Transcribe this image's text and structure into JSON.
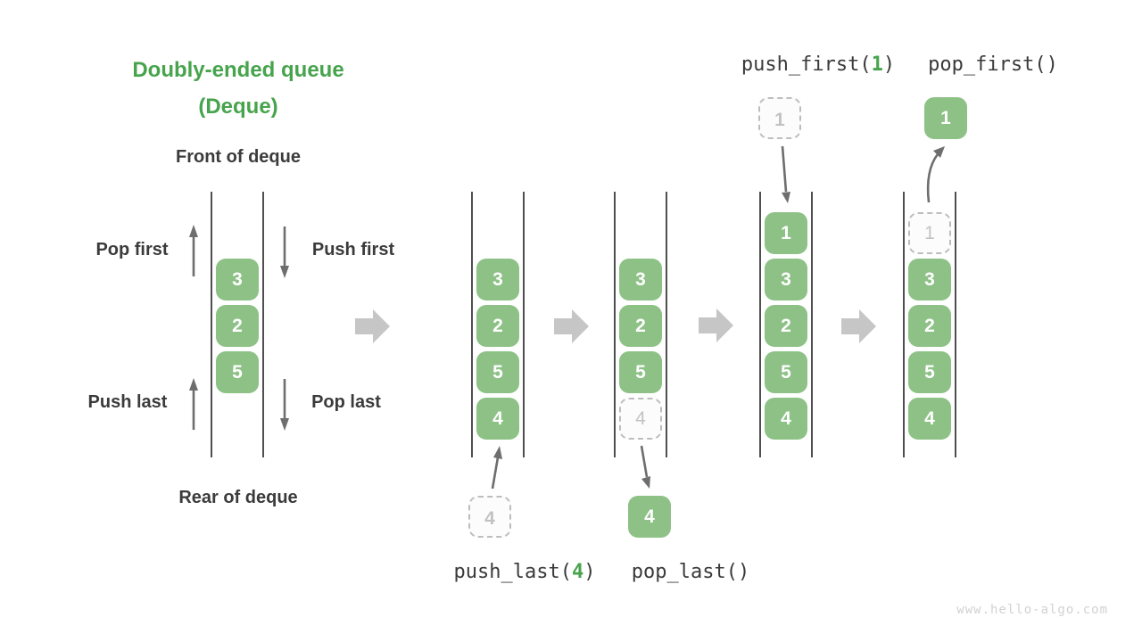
{
  "title": {
    "line1": "Doubly-ended queue",
    "line2": "(Deque)"
  },
  "legend": {
    "front_label": "Front of deque",
    "rear_label": "Rear of deque",
    "pop_first": "Pop first",
    "push_first": "Push first",
    "push_last": "Push last",
    "pop_last": "Pop last"
  },
  "operations": {
    "push_first": {
      "prefix": "push_first(",
      "arg": "1",
      "suffix": ")"
    },
    "pop_first": {
      "label": "pop_first()"
    },
    "push_last": {
      "prefix": "push_last(",
      "arg": "4",
      "suffix": ")"
    },
    "pop_last": {
      "label": "pop_last()"
    }
  },
  "stages": [
    {
      "name": "initial",
      "cells": [
        "3",
        "2",
        "5"
      ]
    },
    {
      "name": "after-push-last",
      "cells": [
        "3",
        "2",
        "5",
        "4"
      ]
    },
    {
      "name": "after-pop-last",
      "cells": [
        "3",
        "2",
        "5"
      ],
      "ghost": "4"
    },
    {
      "name": "after-push-first",
      "cells": [
        "1",
        "3",
        "2",
        "5",
        "4"
      ]
    },
    {
      "name": "after-pop-first",
      "ghost": "1",
      "cells": [
        "3",
        "2",
        "5",
        "4"
      ]
    }
  ],
  "floating": {
    "push_last_value": "4",
    "pop_last_value": "4",
    "push_first_value": "1",
    "pop_first_value": "1"
  },
  "footer": {
    "watermark": "www.hello-algo.com"
  },
  "colors": {
    "green_box": "#8dc186",
    "green_accent": "#47a44d",
    "dark_text": "#3b3b3b",
    "code_text": "#3a3a3a",
    "thin_arrow": "#6e6e6e",
    "block_arrow": "#c6c6c6",
    "ghost_border": "#bdbdbd",
    "ghost_text": "#c2c2c2",
    "deque_line": "#4f4f4f",
    "watermark": "#d2d2d2"
  }
}
